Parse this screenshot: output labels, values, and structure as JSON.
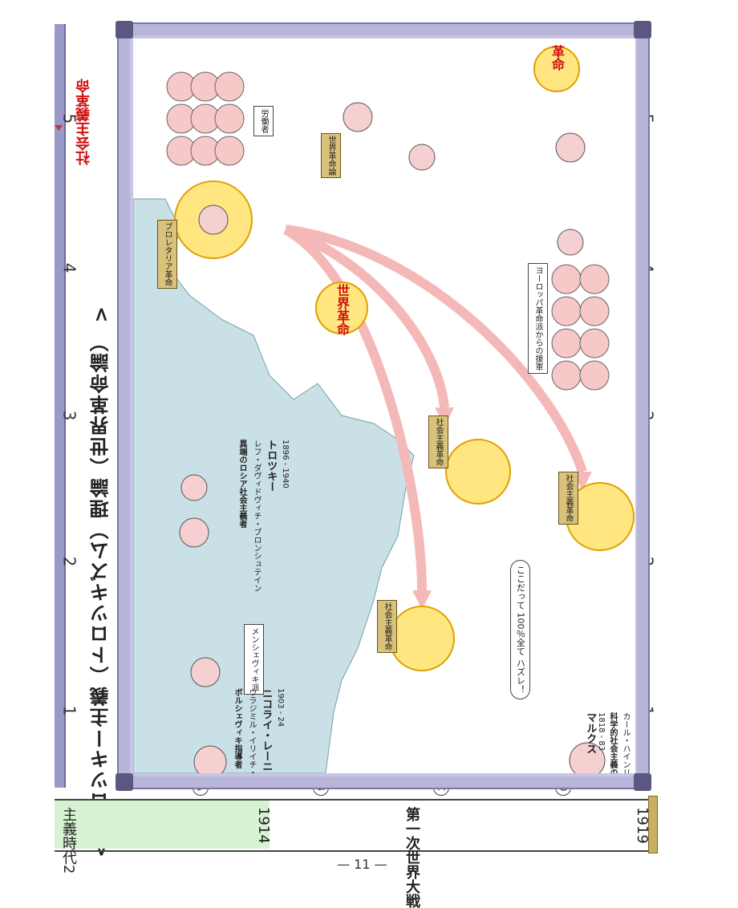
{
  "header": {
    "title": "< トロツキー主義（トロツキズム）理論（世界革命論） >"
  },
  "grid": {
    "numbers": [
      "1",
      "2",
      "3",
      "4",
      "5"
    ],
    "letters": [
      "A",
      "B",
      "C",
      "D"
    ]
  },
  "timeline": {
    "era": "主義時代2",
    "year_start": "1914",
    "event": "第一次世界大戦",
    "year_end": "1919"
  },
  "page_number": "— 11 —",
  "labels": {
    "socialist_revolution_burst": "社会主義革命",
    "world_revolution_burst": "世界革命",
    "revolution_burst": "革命",
    "workers": "労働者",
    "world_revolution_theory": "世界革命論",
    "proletarian_revolution": "プロレタリア革命",
    "socialist_rev_a": "社会主義革命",
    "socialist_rev_b": "社会主義革命",
    "socialist_rev_c": "社会主義革命",
    "europe_workers": "ヨーロッパ革命派からの援軍",
    "menshevik": "メンシェヴィキ派",
    "lenin_party": "ボルシェヴィキ指導者",
    "lenin_fullname": "ウラジミル・イリイチ・ウリヤノフ",
    "lenin_name": "ニコライ・レーニン",
    "lenin_years": "1903 - 24",
    "trotsky_party": "異端のロシア社会主義者",
    "trotsky_fullname": "レフ・ダヴィドヴィチ・ブロンシュテイン",
    "trotsky_name": "トロツキー",
    "trotsky_years": "1896 - 1940",
    "marx_party": "科学的社会主義の祖",
    "marx_fullname": "カール・ハインリッヒ",
    "marx_name": "マルクス",
    "marx_years": "1818 - 83",
    "marx_bubble": "ここだって 100％全て ハズレ！"
  },
  "colors": {
    "frame": "#b8b6d8",
    "sea": "#c8e0e6",
    "arrow": "#f4b8b8",
    "burst": "#ffe680",
    "badge": "#d9c27a",
    "era_fill": "#d6f2d2"
  }
}
